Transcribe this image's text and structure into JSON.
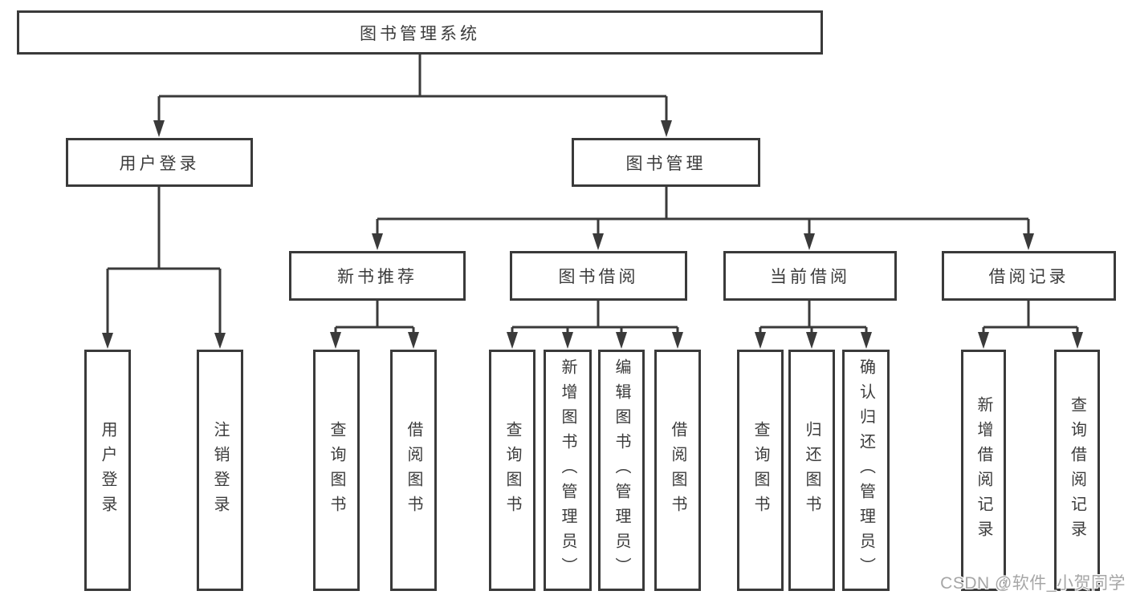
{
  "root": {
    "label": "图书管理系统"
  },
  "level1": [
    {
      "label": "用户登录",
      "leaves": [
        {
          "label": "用户登录"
        },
        {
          "label": "注销登录"
        }
      ]
    },
    {
      "label": "图书管理",
      "groups": [
        {
          "label": "新书推荐",
          "leaves": [
            {
              "label": "查询图书"
            },
            {
              "label": "借阅图书"
            }
          ]
        },
        {
          "label": "图书借阅",
          "leaves": [
            {
              "label": "查询图书"
            },
            {
              "label": "新增图书（管理员）"
            },
            {
              "label": "编辑图书（管理员）"
            },
            {
              "label": "借阅图书"
            }
          ]
        },
        {
          "label": "当前借阅",
          "leaves": [
            {
              "label": "查询图书"
            },
            {
              "label": "归还图书"
            },
            {
              "label": "确认归还（管理员）"
            }
          ]
        },
        {
          "label": "借阅记录",
          "leaves": [
            {
              "label": "新增借阅记录"
            },
            {
              "label": "查询借阅记录"
            }
          ]
        }
      ]
    }
  ],
  "watermark": "CSDN @软件_小贺同学",
  "colors": {
    "line": "#3a3a3a",
    "text": "#3c3c3c",
    "watermark": "#a6a6a6",
    "background": "#ffffff"
  }
}
